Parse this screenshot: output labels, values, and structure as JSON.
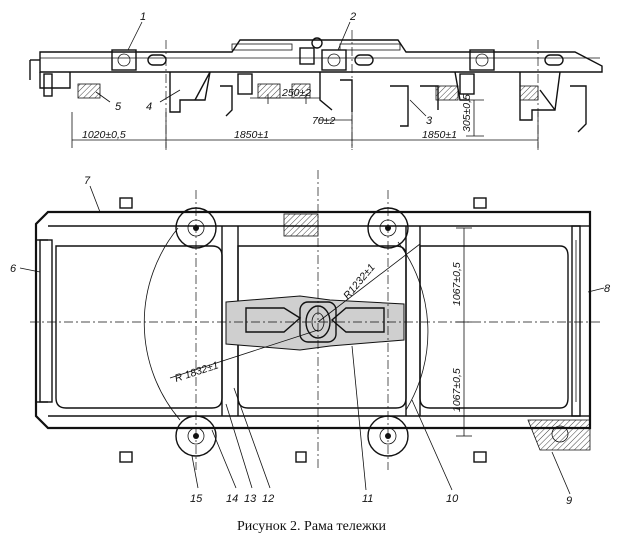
{
  "caption": "Рисунок 2. Рама тележки",
  "callouts": {
    "n1": "1",
    "n2": "2",
    "n3": "3",
    "n4": "4",
    "n5": "5",
    "n6": "6",
    "n7": "7",
    "n8": "8",
    "n9": "9",
    "n10": "10",
    "n11": "11",
    "n12": "12",
    "n13": "13",
    "n14": "14",
    "n15": "15"
  },
  "dimensions": {
    "d250": "250±2",
    "d70": "70±2",
    "d305": "305±0,5",
    "d1020": "1020±0,5",
    "d1850a": "1850±1",
    "d1850b": "1850±1",
    "d1067a": "1067±0,5",
    "d1067b": "1067±0,5",
    "r1232": "R1232±1",
    "r1832": "R 1832±1"
  }
}
